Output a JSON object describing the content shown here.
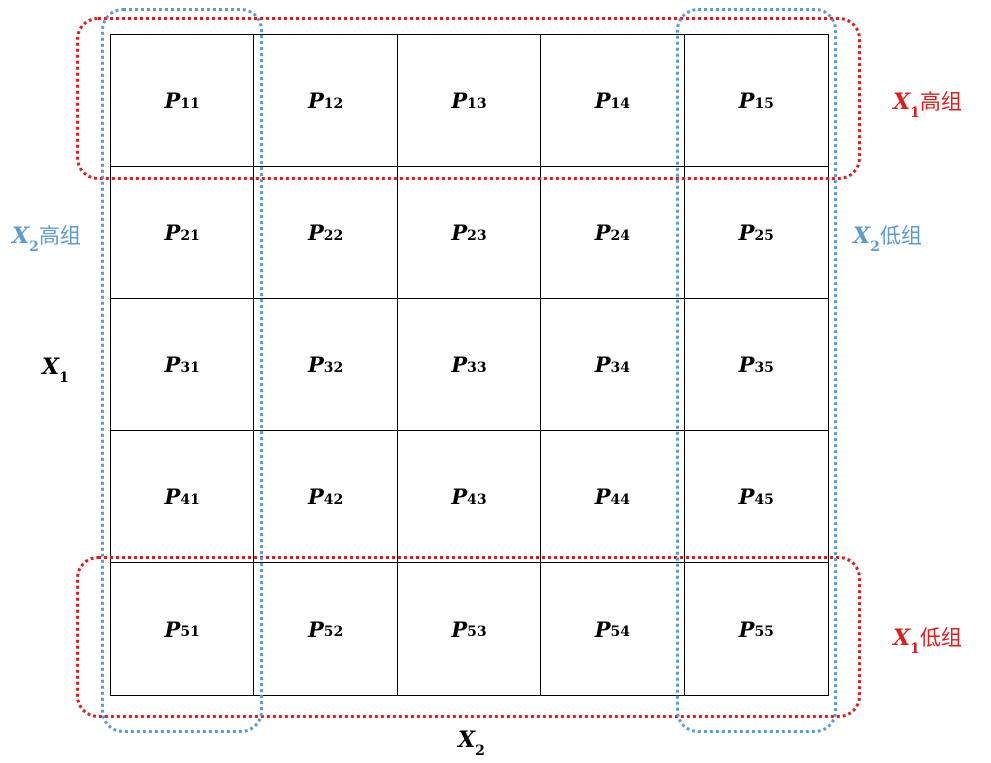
{
  "matrix": {
    "rows": [
      [
        "11",
        "12",
        "13",
        "14",
        "15"
      ],
      [
        "21",
        "22",
        "23",
        "24",
        "25"
      ],
      [
        "31",
        "32",
        "33",
        "34",
        "35"
      ],
      [
        "41",
        "42",
        "43",
        "44",
        "45"
      ],
      [
        "51",
        "52",
        "53",
        "54",
        "55"
      ]
    ],
    "cell_symbol": "P"
  },
  "labels": {
    "x1_high": {
      "var": "X",
      "sub": "1",
      "text": "高组"
    },
    "x1_low": {
      "var": "X",
      "sub": "1",
      "text": "低组"
    },
    "x2_high": {
      "var": "X",
      "sub": "2",
      "text": "高组"
    },
    "x2_low": {
      "var": "X",
      "sub": "2",
      "text": "低组"
    },
    "axis_x1": {
      "var": "X",
      "sub": "1"
    },
    "axis_x2": {
      "var": "X",
      "sub": "2"
    }
  },
  "colors": {
    "x1_group": "#e01b1b",
    "x2_group": "#5b9bd5",
    "grid": "#000000"
  }
}
